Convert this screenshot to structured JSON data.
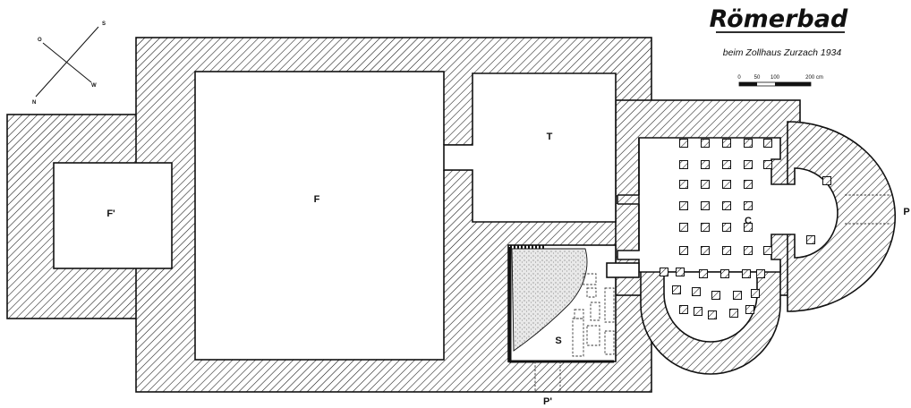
{
  "title": "Römerbad",
  "subtitle": "beim Zollhaus Zurzach 1934",
  "scale_bar": {
    "ticks": [
      "0",
      "50",
      "100",
      "200 cm"
    ]
  },
  "compass": {
    "labels": [
      "S",
      "W",
      "N",
      "O"
    ]
  },
  "rooms": {
    "F_prime": "F'",
    "F": "F",
    "T": "T",
    "C": "C",
    "P": "P",
    "S": "S",
    "P_prime": "P'"
  },
  "colors": {
    "ink": "#111111",
    "paper": "#ffffff"
  }
}
